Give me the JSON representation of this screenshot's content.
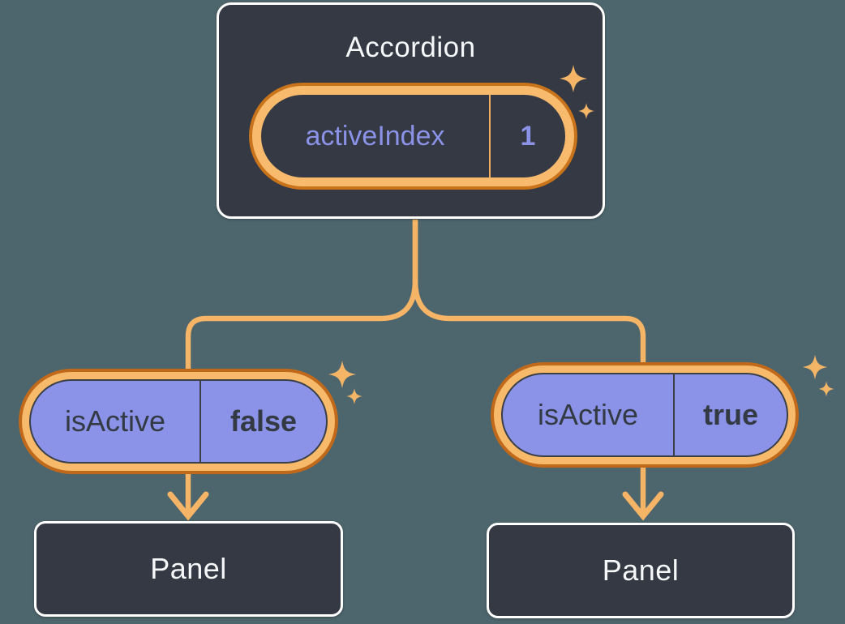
{
  "background_color": "#4D656C",
  "palette": {
    "node_fill": "#343943",
    "node_border": "#FFFFFF",
    "connector_orange": "#F6B466",
    "ring_light_orange": "#F7BA6B",
    "ring_dark_orange": "#C1691B",
    "pill_purple": "#8B93E8",
    "text_light": "#F6F7F9",
    "text_dark": "#343A43",
    "sparkle_orange": "#F4B567"
  },
  "accordion": {
    "title": "Accordion",
    "state_pill": {
      "label": "activeIndex",
      "value": "1"
    }
  },
  "children": [
    {
      "prop_pill": {
        "label": "isActive",
        "value": "false"
      },
      "panel_label": "Panel"
    },
    {
      "prop_pill": {
        "label": "isActive",
        "value": "true"
      },
      "panel_label": "Panel"
    }
  ]
}
